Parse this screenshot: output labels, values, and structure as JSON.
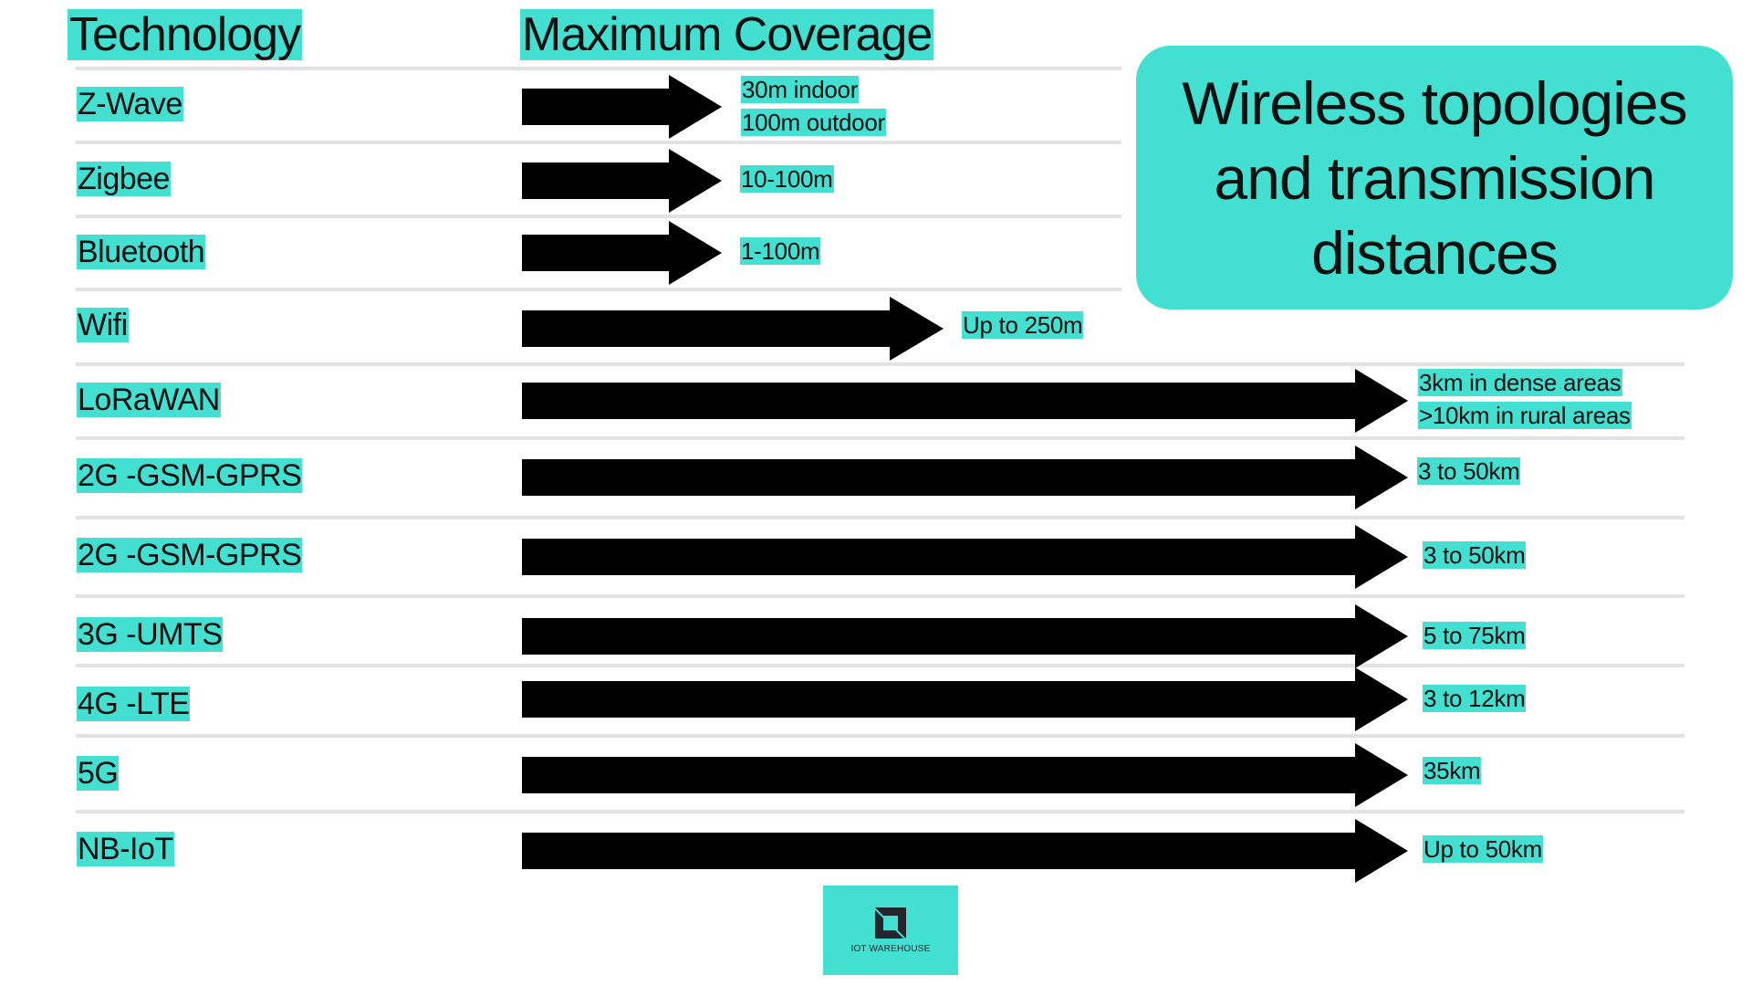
{
  "headers": {
    "technology": "Technology",
    "coverage": "Maximum Coverage"
  },
  "title": {
    "line1": "Wireless topologies",
    "line2": "and transmission",
    "line3": "distances"
  },
  "rows": [
    {
      "tech": "Z-Wave",
      "coverage_lines": [
        "30m indoor",
        "100m outdoor"
      ],
      "arrow": "short"
    },
    {
      "tech": "Zigbee",
      "coverage_lines": [
        "10-100m"
      ],
      "arrow": "short"
    },
    {
      "tech": "Bluetooth",
      "coverage_lines": [
        "1-100m"
      ],
      "arrow": "short"
    },
    {
      "tech": "Wifi",
      "coverage_lines": [
        "Up to 250m"
      ],
      "arrow": "medium"
    },
    {
      "tech": "LoRaWAN",
      "coverage_lines": [
        "3km in dense areas",
        ">10km in rural areas"
      ],
      "arrow": "long"
    },
    {
      "tech": "2G -GSM-GPRS",
      "coverage_lines": [
        "3 to 50km"
      ],
      "arrow": "long"
    },
    {
      "tech": "2G -GSM-GPRS",
      "coverage_lines": [
        "3 to 50km"
      ],
      "arrow": "long"
    },
    {
      "tech": "3G -UMTS",
      "coverage_lines": [
        "5 to 75km"
      ],
      "arrow": "long"
    },
    {
      "tech": "4G -LTE",
      "coverage_lines": [
        "3 to 12km"
      ],
      "arrow": "long"
    },
    {
      "tech": "5G",
      "coverage_lines": [
        "35km"
      ],
      "arrow": "long"
    },
    {
      "tech": "NB-IoT",
      "coverage_lines": [
        "Up to 50km"
      ],
      "arrow": "long"
    }
  ],
  "logo": {
    "text": "IOT WAREHOUSE",
    "icon": "square-frame-icon"
  },
  "colors": {
    "accent": "#43e0d2",
    "arrow": "#000000",
    "divider": "#e2e2e2",
    "logo_dark": "#23262d"
  }
}
